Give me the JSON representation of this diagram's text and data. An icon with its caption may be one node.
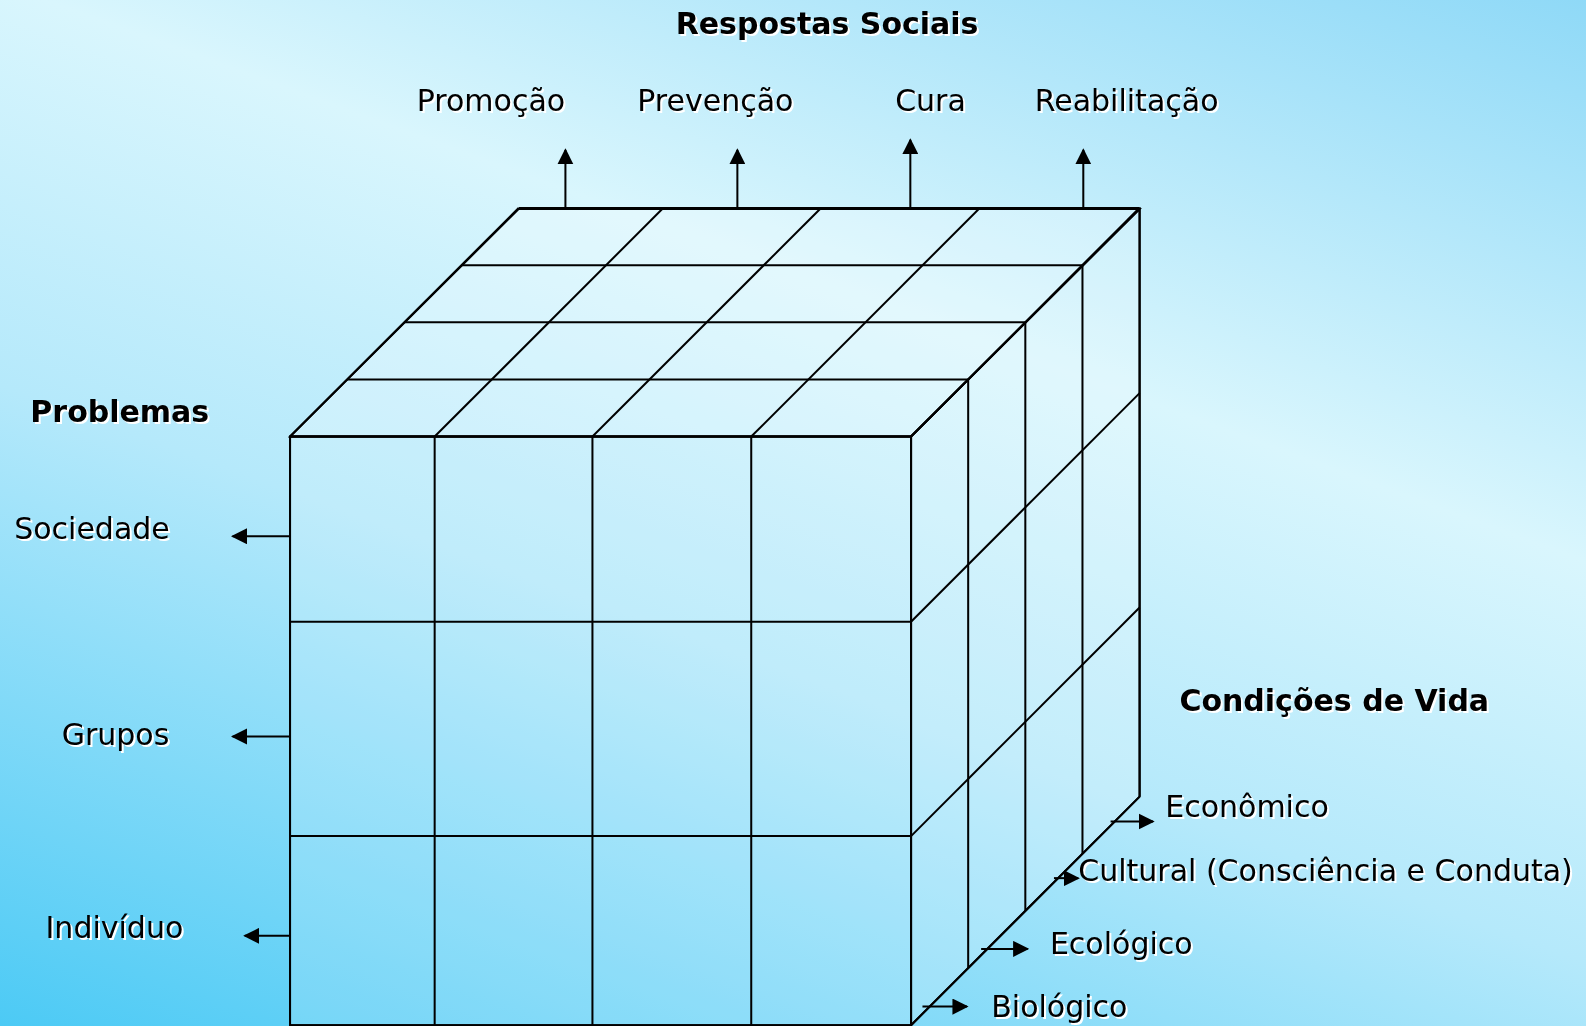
{
  "diagram": {
    "nodes": [
      {
        "text": [],
        "shape": "box"
      },
      {
        "text": [
          "Promoção"
        ]
      },
      {
        "text": [
          "Prevenção"
        ]
      },
      {
        "text": [
          "Cura"
        ]
      },
      {
        "text": [
          "Reabilitação"
        ]
      },
      {
        "text": [
          "Sociedade"
        ]
      },
      {
        "text": [
          "Grupos"
        ]
      },
      {
        "text": [
          "Indivíduo"
        ]
      },
      {
        "text": [
          "Econômico"
        ]
      },
      {
        "text": [
          "Cultural (Consciência e Conduta)"
        ]
      },
      {
        "text": [
          "Ecológico"
        ]
      },
      {
        "text": [
          "Biológico"
        ]
      }
    ],
    "edges": [
      {
        "from": 0,
        "to": 1,
        "arrow": "to"
      },
      {
        "from": 0,
        "to": 2,
        "arrow": "to"
      },
      {
        "from": 0,
        "to": 3,
        "arrow": "to"
      },
      {
        "from": 0,
        "to": 4,
        "arrow": "to"
      },
      {
        "from": 0,
        "to": 5,
        "arrow": "to"
      },
      {
        "from": 0,
        "to": 6,
        "arrow": "to"
      },
      {
        "from": 0,
        "to": 7,
        "arrow": "to"
      },
      {
        "from": 0,
        "to": 8,
        "arrow": "to"
      },
      {
        "from": 0,
        "to": 9,
        "arrow": "to"
      },
      {
        "from": 0,
        "to": 10,
        "arrow": "to"
      },
      {
        "from": 0,
        "to": 11,
        "arrow": "to"
      }
    ],
    "labels": [
      "Respostas Sociais",
      "Problemas",
      "Condições de Vida"
    ]
  }
}
